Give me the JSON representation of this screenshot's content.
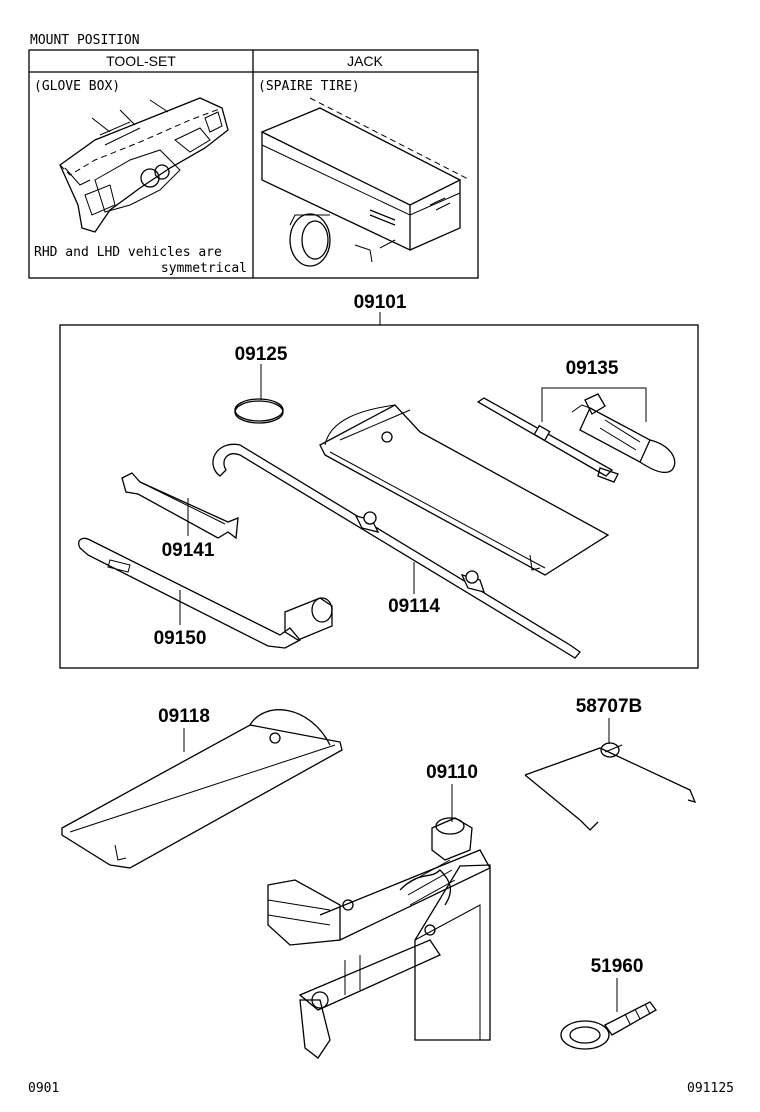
{
  "mount": {
    "title": "MOUNT POSITION",
    "columns": [
      {
        "header": "TOOL-SET",
        "location": "(GLOVE BOX)",
        "note_line1": "RHD and LHD vehicles are",
        "note_line2": "symmetrical"
      },
      {
        "header": "JACK",
        "location": "(SPAIRE TIRE)"
      }
    ]
  },
  "parts": {
    "set": "09101",
    "ring": "09125",
    "screwdriver": "09135",
    "wrench": "09141",
    "handle": "09114",
    "lug_wrench": "09150",
    "bag": "09118",
    "jack": "09110",
    "clip": "58707B",
    "hook": "51960"
  },
  "footer": {
    "left": "0901",
    "right": "091125"
  }
}
